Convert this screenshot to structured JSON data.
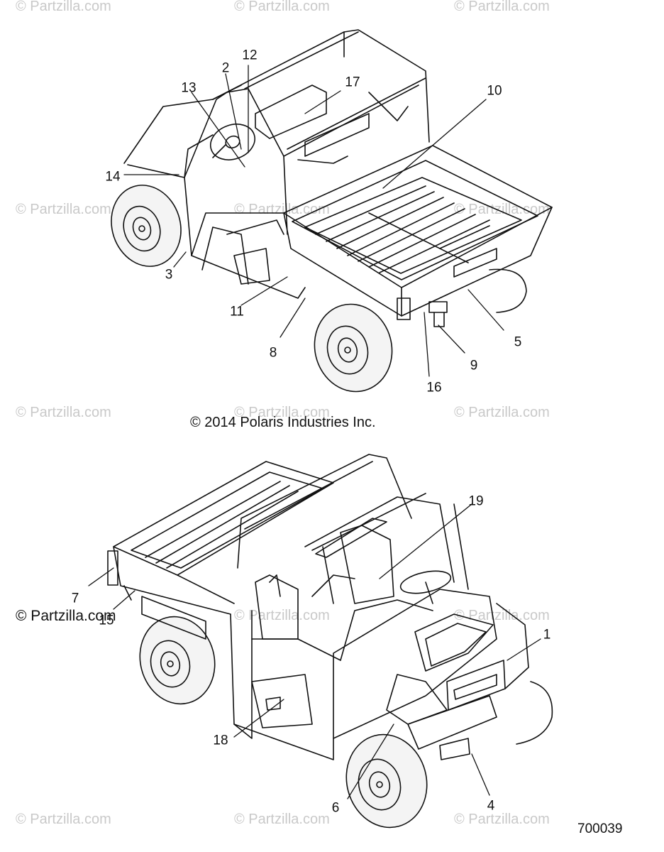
{
  "watermark": "© Partzilla.com",
  "copyright": "© 2014 Polaris Industries Inc.",
  "diagram_id": "700039",
  "callouts": {
    "c1": "1",
    "c2": "2",
    "c3": "3",
    "c4": "4",
    "c5": "5",
    "c6": "6",
    "c7": "7",
    "c8": "8",
    "c9": "9",
    "c10": "10",
    "c11": "11",
    "c12": "12",
    "c13": "13",
    "c14": "14",
    "c15": "15",
    "c16": "16",
    "c17": "17",
    "c18": "18",
    "c19": "19"
  },
  "colors": {
    "line": "#111111",
    "watermark": "#c9c9c9",
    "tire": "#f4f4f4"
  }
}
